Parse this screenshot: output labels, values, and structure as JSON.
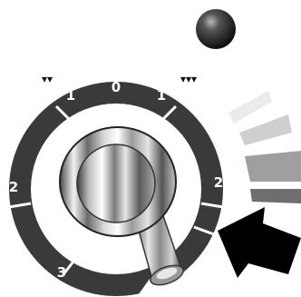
{
  "dial": {
    "labels": {
      "zero": "0",
      "left_one": "1",
      "right_one": "1",
      "left_two": "2",
      "right_two": "2",
      "bottom_three": "3"
    },
    "left_marker": "▾▾",
    "right_marker": "▾▾▾"
  },
  "indicators": {
    "intensity_steps": 4,
    "colors": {
      "ring": "#3a3a3a",
      "ring_divider": "#ffffff",
      "step_lightest": "#ebebeb",
      "step_light": "#cfcfcf",
      "step_medium": "#9f9f9f",
      "step_dark": "#6e6e6e",
      "arrow": "#000000"
    }
  }
}
